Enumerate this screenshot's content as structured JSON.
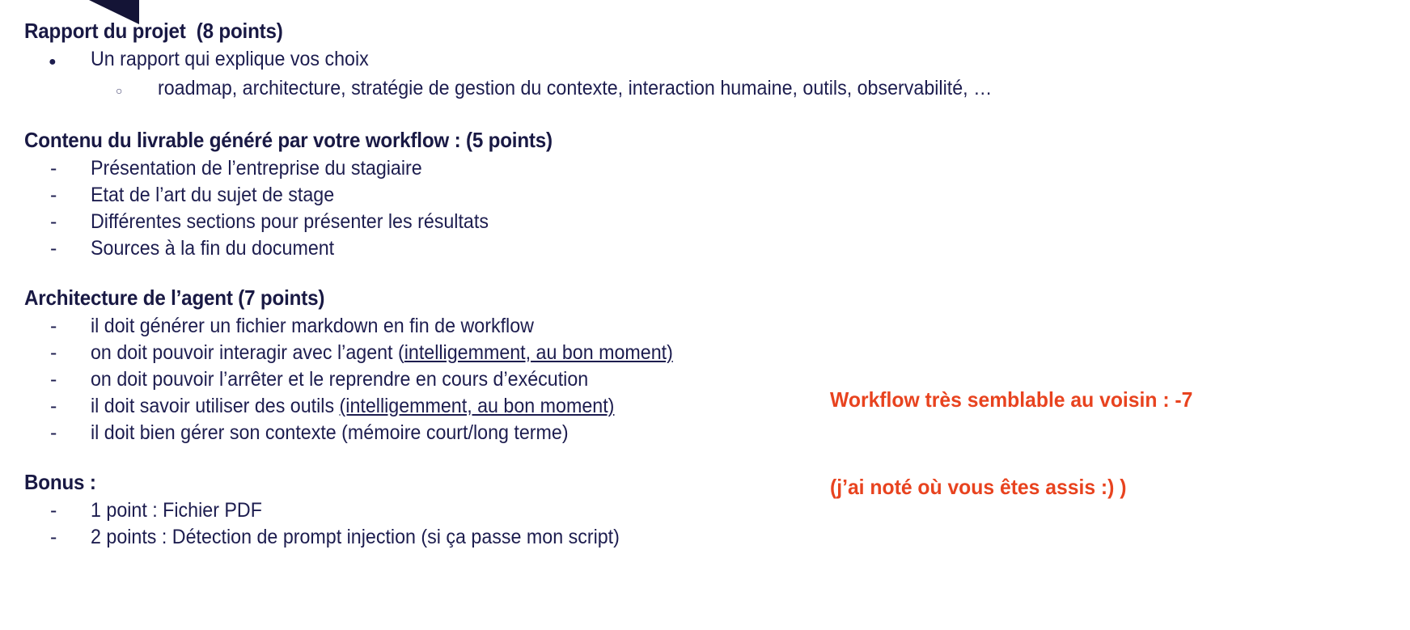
{
  "theme": {
    "background": "#ffffff",
    "text_color": "#191944",
    "accent_color": "#e8431f",
    "shape_color": "#141436"
  },
  "decor": {
    "triangle_name": "corner-triangle-shape"
  },
  "sections": [
    {
      "heading": "Rapport du projet  (8 points)",
      "items": [
        {
          "level": 1,
          "marker": "disc",
          "text": "Un rapport qui explique vos choix"
        },
        {
          "level": 2,
          "marker": "circle",
          "text": "roadmap, architecture, stratégie de gestion du contexte, interaction humaine, outils, observabilité, …"
        }
      ]
    },
    {
      "heading": "Contenu du livrable généré par votre workflow : (5 points)",
      "items": [
        {
          "level": 1,
          "marker": "dash",
          "text": "Présentation de l’entreprise du stagiaire"
        },
        {
          "level": 1,
          "marker": "dash",
          "text": "Etat de l’art du sujet de stage"
        },
        {
          "level": 1,
          "marker": "dash",
          "text": "Différentes sections pour présenter les résultats"
        },
        {
          "level": 1,
          "marker": "dash",
          "text": "Sources à la fin du document"
        }
      ]
    },
    {
      "heading": "Architecture de l’agent (7 points)",
      "items": [
        {
          "level": 1,
          "marker": "dash",
          "text": "il doit générer un fichier markdown en fin de workflow"
        },
        {
          "level": 1,
          "marker": "dash",
          "text_pre": "on doit pouvoir interagir avec l’agent (",
          "text_underline": "intelligemment, au bon moment)",
          "text_post": ""
        },
        {
          "level": 1,
          "marker": "dash",
          "text": "on doit pouvoir l’arrêter et le reprendre en cours d’exécution"
        },
        {
          "level": 1,
          "marker": "dash",
          "text_pre": "il doit savoir utiliser des outils ",
          "text_underline": "(intelligemment, au bon moment)",
          "text_post": ""
        },
        {
          "level": 1,
          "marker": "dash",
          "text": "il doit bien gérer son contexte (mémoire court/long terme)"
        }
      ]
    },
    {
      "heading": "Bonus :",
      "items": [
        {
          "level": 1,
          "marker": "dash",
          "text": "1 point : Fichier PDF"
        },
        {
          "level": 1,
          "marker": "dash",
          "text": "2 points : Détection de prompt injection (si ça passe mon script)"
        }
      ]
    }
  ],
  "annotation": {
    "line1": "Workflow très semblable au voisin : -7",
    "line2": "(j’ai noté où vous êtes assis :) )"
  }
}
